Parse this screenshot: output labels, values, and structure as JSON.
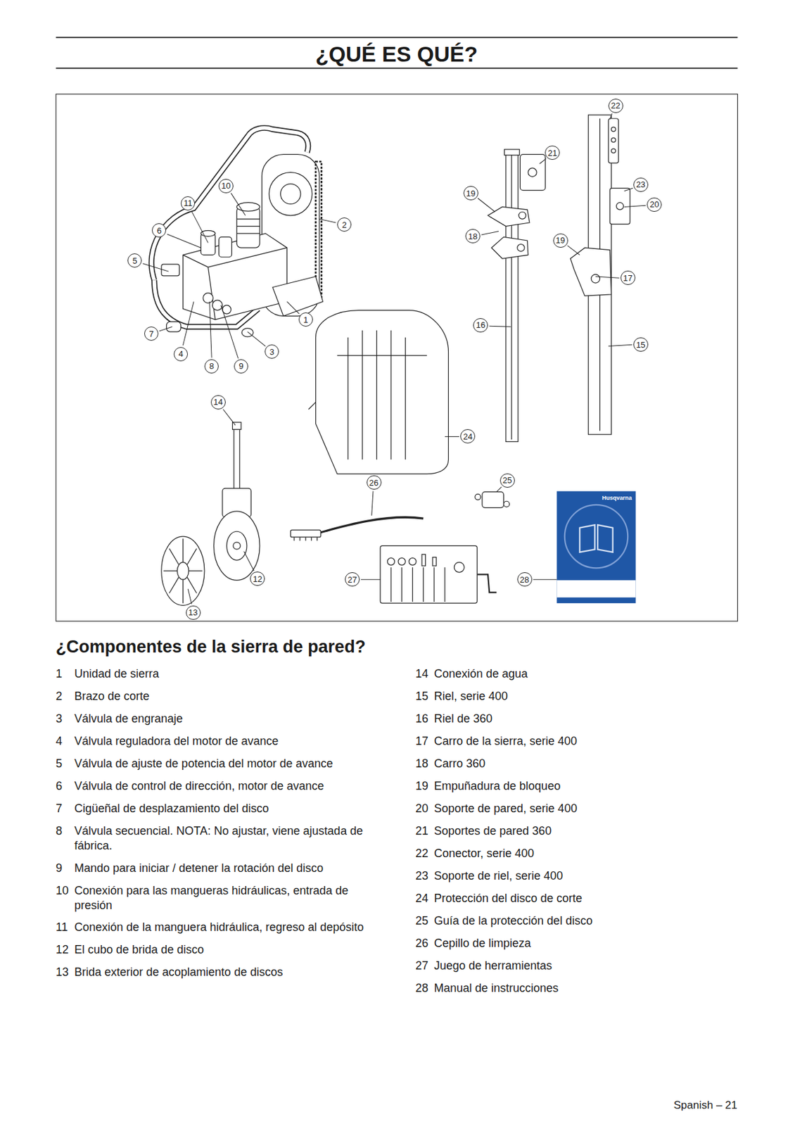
{
  "diagram": {
    "title": "¿QUÉ ES QUÉ?",
    "nodes": [
      {
        "text": [
          "1"
        ]
      },
      {
        "text": [
          "2"
        ]
      },
      {
        "text": [
          "3"
        ]
      },
      {
        "text": [
          "4"
        ]
      },
      {
        "text": [
          "5"
        ]
      },
      {
        "text": [
          "6"
        ]
      },
      {
        "text": [
          "7"
        ]
      },
      {
        "text": [
          "8"
        ]
      },
      {
        "text": [
          "9"
        ]
      },
      {
        "text": [
          "10"
        ]
      },
      {
        "text": [
          "11"
        ]
      },
      {
        "text": [
          "12"
        ]
      },
      {
        "text": [
          "13"
        ]
      },
      {
        "text": [
          "14"
        ]
      },
      {
        "text": [
          "15"
        ]
      },
      {
        "text": [
          "16"
        ]
      },
      {
        "text": [
          "17"
        ]
      },
      {
        "text": [
          "18"
        ]
      },
      {
        "text": [
          "19"
        ]
      },
      {
        "text": [
          "19"
        ]
      },
      {
        "text": [
          "20"
        ]
      },
      {
        "text": [
          "21"
        ]
      },
      {
        "text": [
          "22"
        ]
      },
      {
        "text": [
          "23"
        ]
      },
      {
        "text": [
          "24"
        ]
      },
      {
        "text": [
          "25"
        ]
      },
      {
        "text": [
          "26"
        ]
      },
      {
        "text": [
          "27"
        ]
      },
      {
        "text": [
          "28"
        ]
      },
      {
        "text": [
          "Husqvarna"
        ]
      }
    ],
    "labels": [
      "¿Componentes de la sierra de pared?",
      "1",
      "Unidad de sierra",
      "2",
      "Brazo de corte",
      "3",
      "Válvula de engranaje",
      "4",
      "Válvula reguladora del motor de avance",
      "5",
      "Válvula de ajuste de potencia del motor de avance",
      "6",
      "Válvula de control de dirección, motor de avance",
      "7",
      "Cigüeñal de desplazamiento del disco",
      "8",
      "Válvula secuencial. NOTA: No ajustar, viene ajustada de fábrica.",
      "9",
      "Mando para iniciar / detener la rotación del disco",
      "10",
      "Conexión para las mangueras hidráulicas, entrada de presión",
      "11",
      "Conexión de la manguera hidráulica, regreso al depósito",
      "12",
      "El cubo de brida de disco",
      "13",
      "Brida exterior de acoplamiento de discos",
      "14",
      "Conexión de agua",
      "15",
      "Riel, serie 400",
      "16",
      "Riel de 360",
      "17",
      "Carro de la sierra, serie 400",
      "18",
      "Carro 360",
      "19",
      "Empuñadura de bloqueo",
      "20",
      "Soporte de pared, serie 400",
      "21",
      "Soportes de pared 360",
      "22",
      "Conector, serie 400",
      "23",
      "Soporte de riel, serie 400",
      "24",
      "Protección del disco de corte",
      "25",
      "Guía de la protección del disco",
      "26",
      "Cepillo de limpieza",
      "27",
      "Juego de herramientas",
      "28",
      "Manual de instrucciones",
      "Spanish – 21"
    ]
  }
}
